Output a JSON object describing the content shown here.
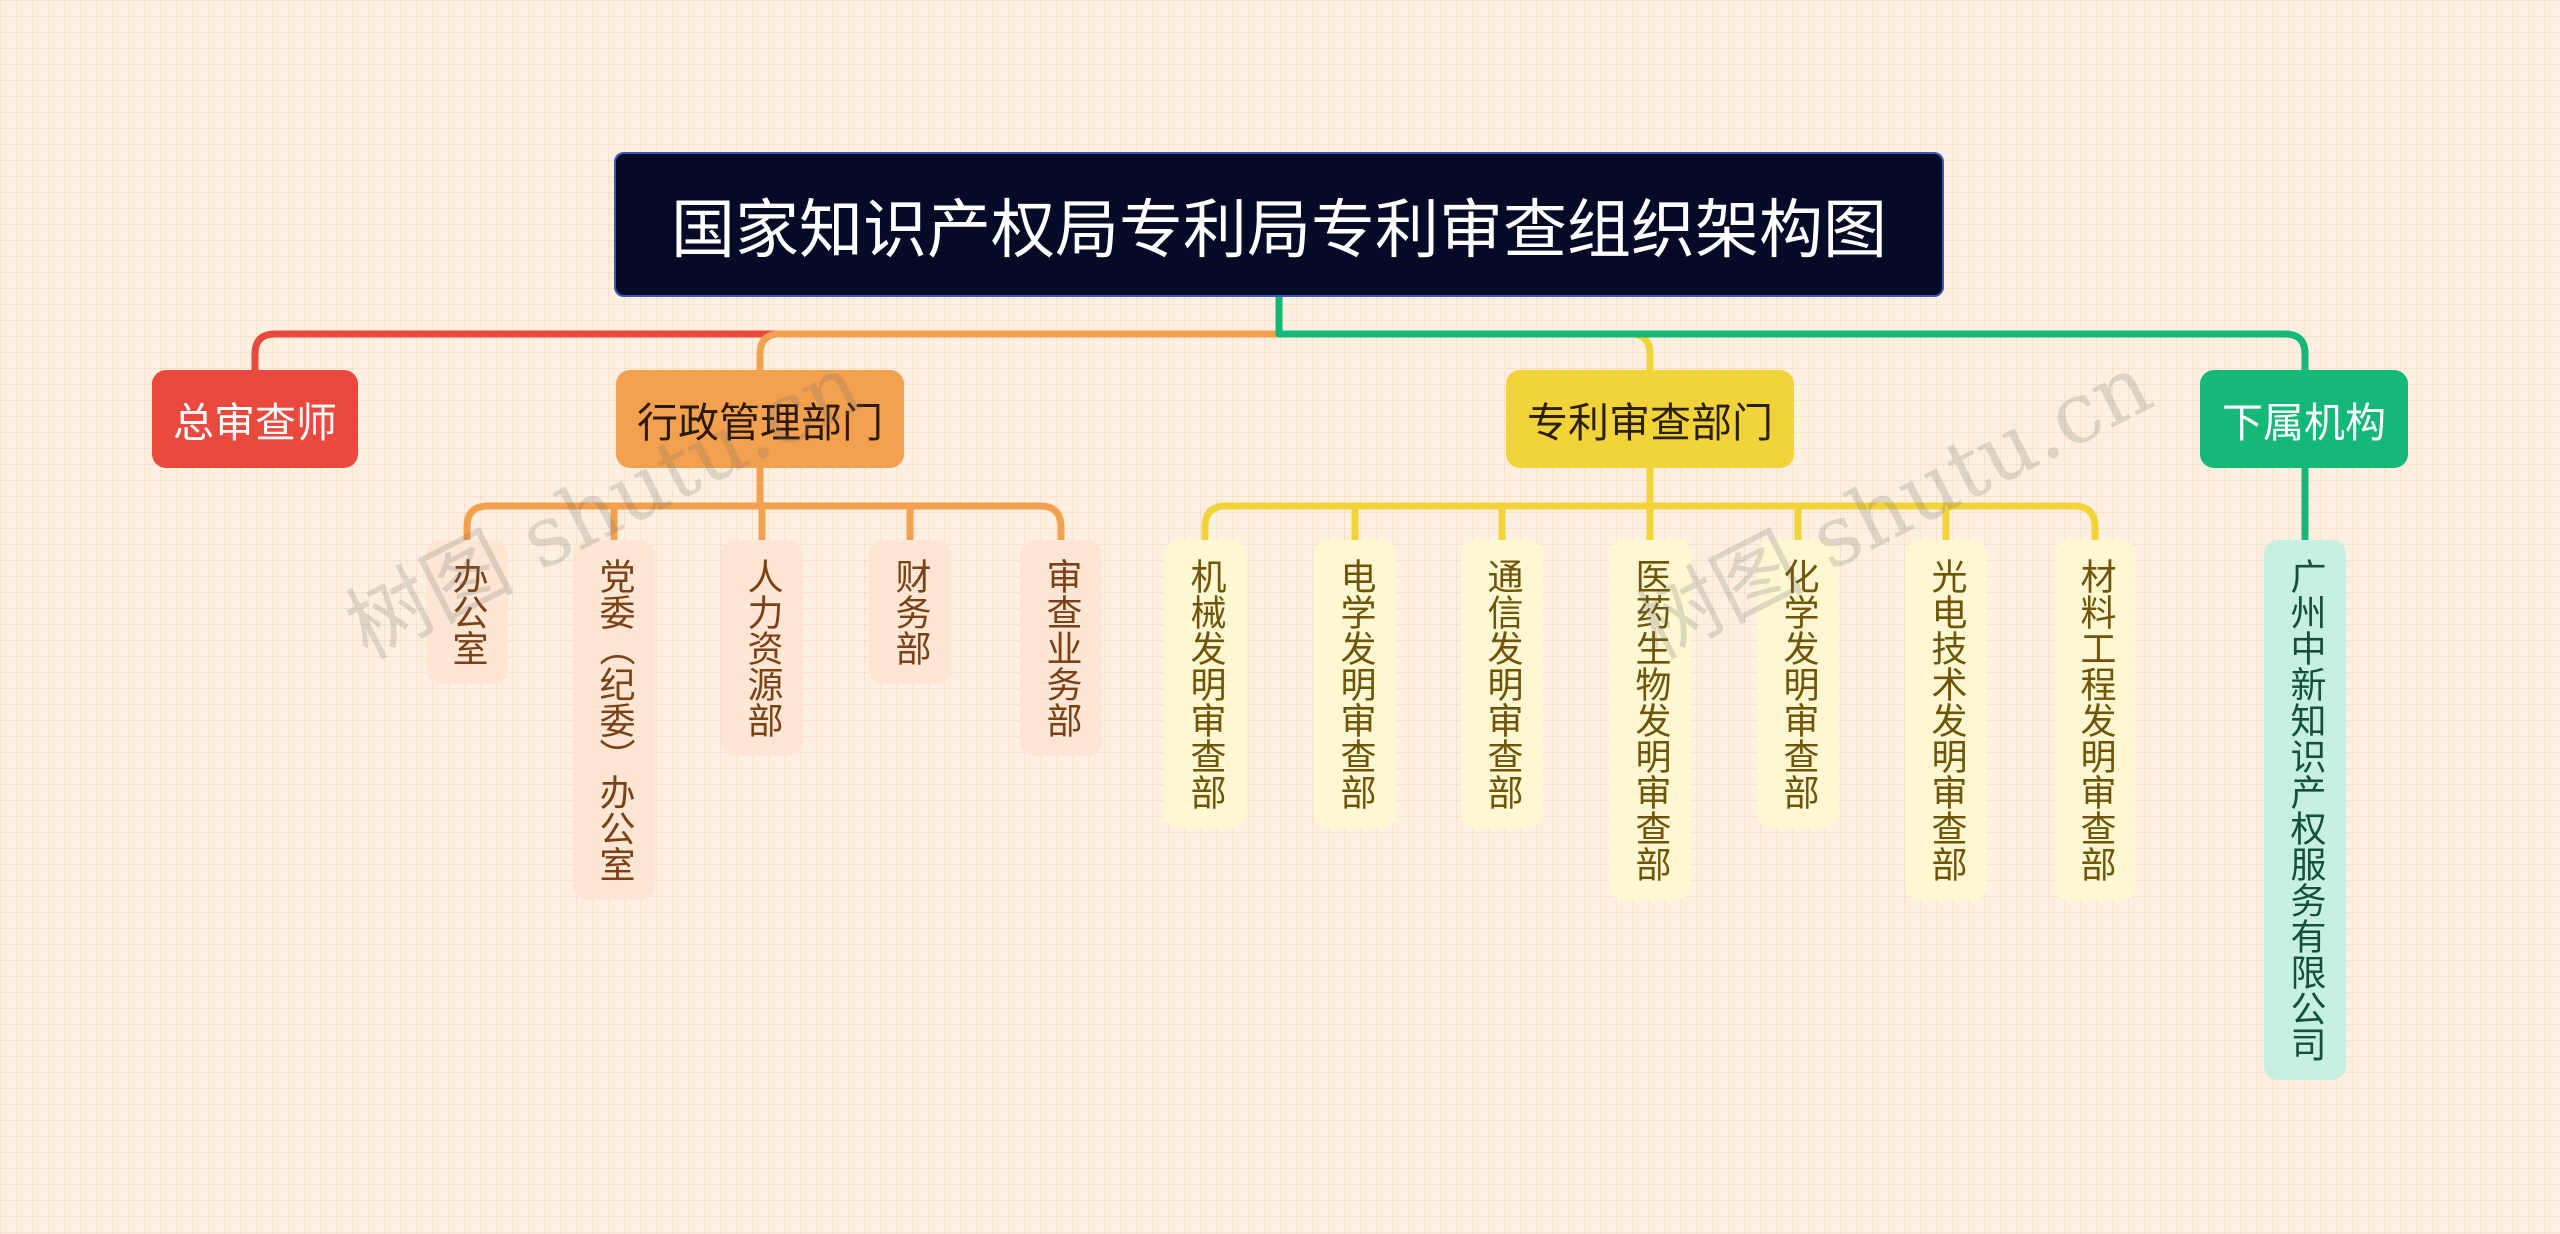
{
  "title": "国家知识产权局专利局专利审查组织架构图",
  "categories": [
    {
      "label": "总审查师",
      "color": "#ea4a3d"
    },
    {
      "label": "行政管理部门",
      "color": "#f3a04f"
    },
    {
      "label": "专利审查部门",
      "color": "#f2d43a"
    },
    {
      "label": "下属机构",
      "color": "#15b879"
    }
  ],
  "admin_departments": [
    "办公室",
    "党委（纪委）办公室",
    "人力资源部",
    "财务部",
    "审查业务部"
  ],
  "patent_departments": [
    "机械发明审查部",
    "电学发明审查部",
    "通信发明审查部",
    "医药生物发明审查部",
    "化学发明审查部",
    "光电技术发明审查部",
    "材料工程发明审查部"
  ],
  "subsidiaries": [
    "广州中新知识产权服务有限公司"
  ],
  "watermark": "树图 shutu.cn"
}
